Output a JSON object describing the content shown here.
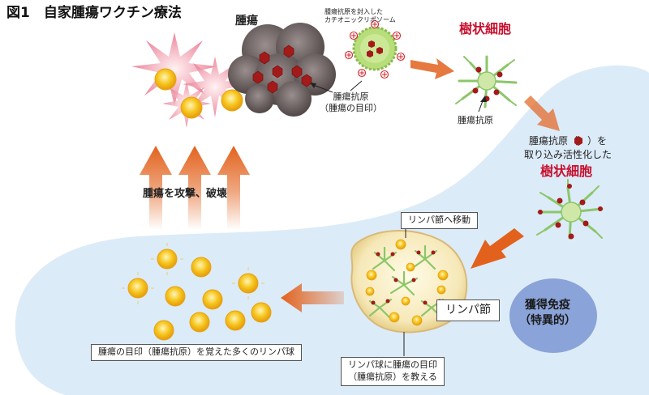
{
  "figure_title": "図1　自家腫瘍ワクチン療法",
  "labels": {
    "tumor": "腫瘍",
    "liposome_line1": "腫瘍抗原を封入した",
    "liposome_line2": "カチオニックリポソーム",
    "dendritic_cell_top": "樹状細胞",
    "tumor_antigen_line1": "腫瘍抗原",
    "tumor_antigen_line2": "（腫瘍の目印）",
    "tumor_antigen_small": "腫瘍抗原",
    "activated_line1": "腫瘍抗原（　）を",
    "activated_line2": "取り込み活性化した",
    "dendritic_cell_activated": "樹状細胞",
    "attack": "腫瘍を攻撃、破壊",
    "move_to_lymph": "リンパ節へ移動",
    "lymph_node": "リンパ節",
    "teach_line1": "リンパ球に腫瘍の目印",
    "teach_line2": "（腫瘍抗原）を教える",
    "memory_lymphocytes": "腫瘍の目印（腫瘍抗原）を覚えた多くのリンパ球",
    "immunity_line1": "獲得免疫",
    "immunity_line2": "（特異的）"
  },
  "colors": {
    "background_region": "#dcebf8",
    "arrow_orange": "#e2621d",
    "accent_red": "#c8102e",
    "lymphocyte_yellow": "#f5c518",
    "dendritic_green": "#9bd17a",
    "antigen_red": "#a31a1a",
    "tumor_gray": "#6d6363",
    "immunity_circle": "#8aa3d8"
  }
}
